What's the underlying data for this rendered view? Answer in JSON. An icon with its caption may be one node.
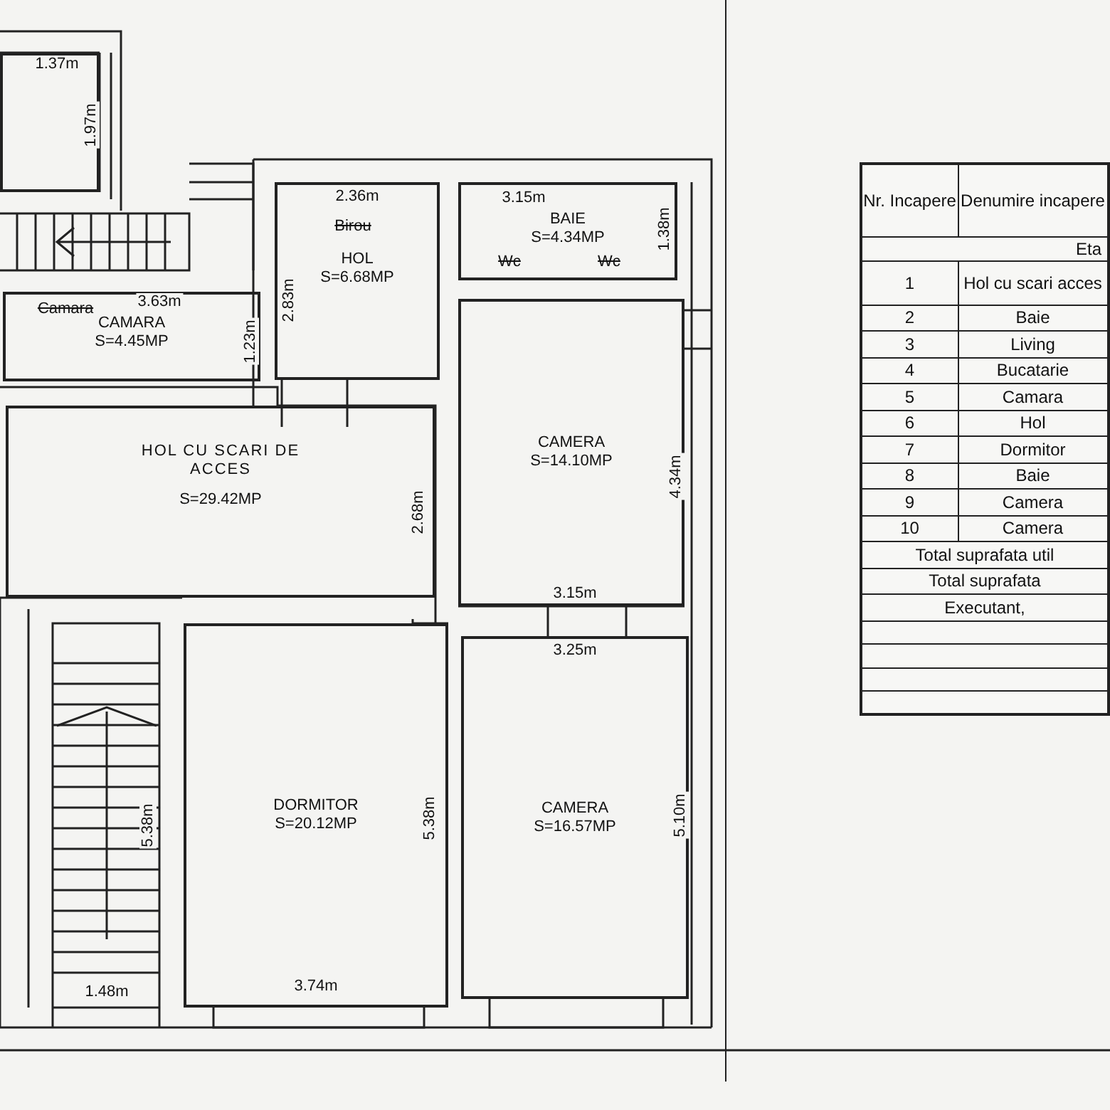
{
  "diagram": {
    "nodes": [
      {
        "text": [],
        "shape": "box"
      },
      {
        "text": [
          "HOL",
          "S=6.68MP"
        ]
      },
      {
        "text": [
          "BAIE",
          "S=4.34MP"
        ]
      },
      {
        "text": [
          "CAMARA",
          "S=4.45MP"
        ]
      },
      {
        "text": [
          "CAMERA",
          "S=14.10MP"
        ]
      },
      {
        "text": [
          "HOL CU SCARI DE ACCES",
          "S=29.42MP"
        ]
      },
      {
        "text": [
          "DORMITOR",
          "S=20.12MP"
        ]
      },
      {
        "text": [
          "CAMERA",
          "S=16.57MP"
        ]
      }
    ],
    "labels": [
      "1.37m",
      "1.97m",
      "2.36m",
      "Birou",
      "3.15m",
      "Wc",
      "Wc",
      "1.38m",
      "3.63m",
      "Camara",
      "1.23m",
      "2.83m",
      "2.68m",
      "4.34m",
      "3.15m",
      "3.25m",
      "5.38m",
      "5.38m",
      "5.10m",
      "1.48m",
      "3.74m",
      "Nr. Incapere",
      "Denumire incapere",
      "Eta",
      "1",
      "Hol cu scari acces",
      "2",
      "Baie",
      "3",
      "Living",
      "4",
      "Bucatarie",
      "5",
      "Camara",
      "6",
      "Hol",
      "7",
      "Dormitor",
      "8",
      "Baie",
      "9",
      "Camera",
      "10",
      "Camera",
      "Total suprafata util",
      "Total suprafata",
      "Executant,"
    ]
  }
}
